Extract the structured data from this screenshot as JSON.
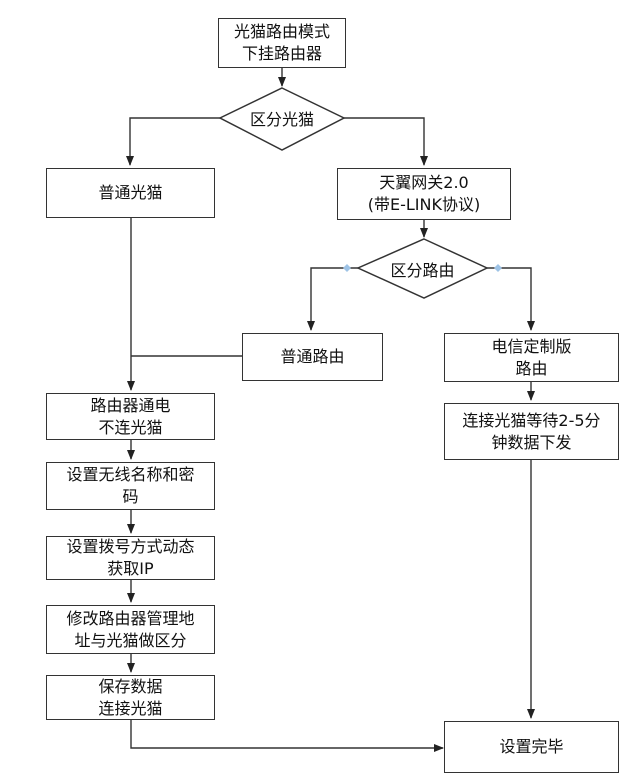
{
  "diagram": {
    "nodes": {
      "start": "光猫路由模式\n下挂路由器",
      "decision_modem": "区分光猫",
      "normal_modem": "普通光猫",
      "tianyi_gateway": "天翼网关2.0\n(带E-LINK协议)",
      "decision_router": "区分路由",
      "normal_router": "普通路由",
      "telecom_router": "电信定制版\n路由",
      "power_router": "路由器通电\n不连光猫",
      "set_wifi": "设置无线名称和密\n码",
      "set_dial": "设置拨号方式动态\n获取IP",
      "change_addr": "修改路由器管理地\n址与光猫做区分",
      "save_connect": "保存数据\n连接光猫",
      "connect_wait": "连接光猫等待2-5分\n钟数据下发",
      "done": "设置完毕"
    }
  }
}
